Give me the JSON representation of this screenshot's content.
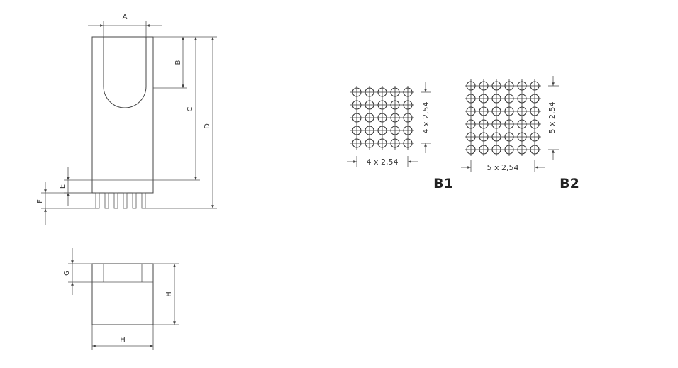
{
  "labels": {
    "A": "A",
    "B": "B",
    "C": "C",
    "D": "D",
    "E": "E",
    "F": "F",
    "G": "G",
    "H_vertical": "H",
    "H_horizontal": "H"
  },
  "grid_b1": {
    "name": "B1",
    "cols": 5,
    "rows": 5,
    "dim_horizontal": "4 x 2,54",
    "dim_vertical": "4 x 2,54"
  },
  "grid_b2": {
    "name": "B2",
    "cols": 6,
    "rows": 6,
    "dim_horizontal": "5 x 2,54",
    "dim_vertical": "5 x 2,54"
  },
  "colors": {
    "line": "#444444",
    "text": "#333333"
  }
}
